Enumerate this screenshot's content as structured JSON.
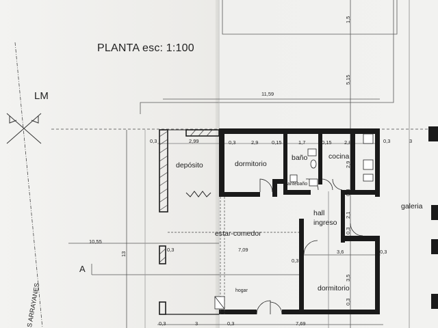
{
  "title": "PLANTA esc: 1:100",
  "markers": {
    "lm": "LM",
    "section": "A",
    "street": "S ARRAYANES"
  },
  "rooms": {
    "deposito": "depósito",
    "dormitorio_1": "dormitorio",
    "bano": "baño",
    "antebano": "antebaño",
    "cocina": "cocina",
    "galeria": "galeria",
    "hall_line1": "hall",
    "hall_line2": "ingreso",
    "estar_comedor": "estar-comedor",
    "dormitorio_2": "dormitorio",
    "hogar": "hogar"
  },
  "dimensions": {
    "top_total": "11,59",
    "w_0_3a": "0,3",
    "w_2_99": "2,99",
    "w_0_3b": "0,3",
    "w_2_9a": "2,9",
    "w_0_15a": "0,15",
    "w_1_7": "1,7",
    "w_0_15b": "0,15",
    "w_2_8": "2,8",
    "w_0_3c": "0,3",
    "w_3": "3",
    "left_10_55": "10,55",
    "mid_0_3": "0,3",
    "mid_7_09": "7,09",
    "right_0_3a": "0,3",
    "right_3_6": "3,6",
    "right_0_3b": "0,3",
    "bottom_0_3": "0,3",
    "bottom_3": "3",
    "bottom_0_3b": "0,3",
    "bottom_7_69": "7,69",
    "v_1_5": "1,5",
    "v_5_15": "5,15",
    "v_2_9": "2,9",
    "v_2_1": "2,1",
    "v_3_5": "3,5",
    "v_0_3a": "0,3",
    "v_0_3b": "0,3",
    "v_0_3c": "0,3",
    "v_13": "13"
  }
}
